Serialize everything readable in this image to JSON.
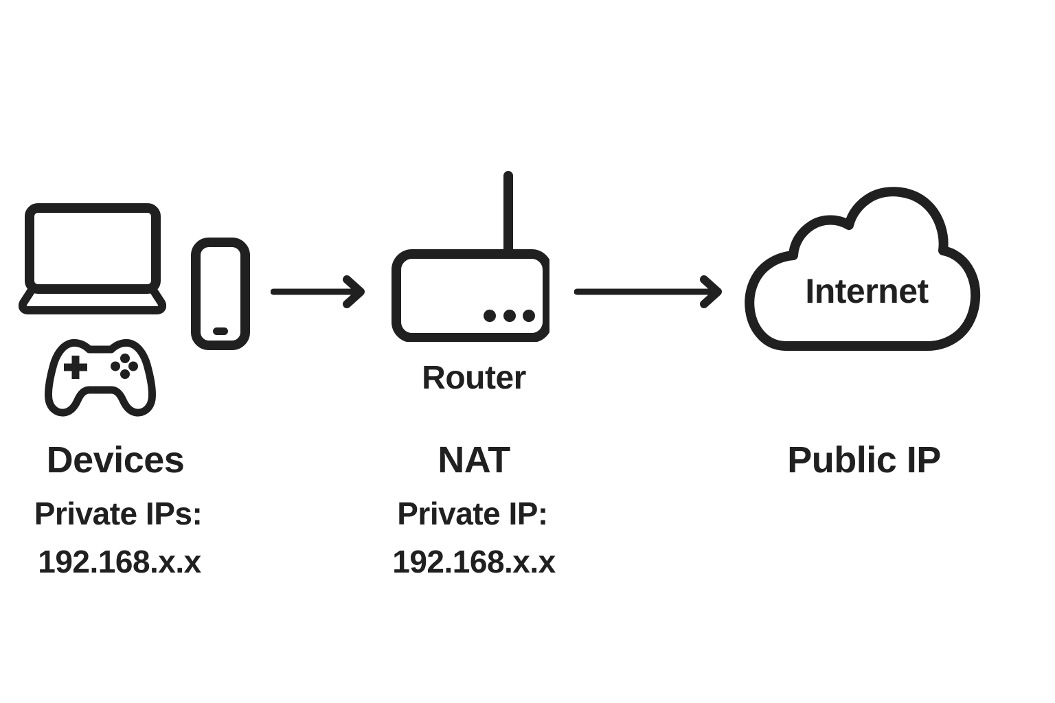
{
  "colors": {
    "ink": "#202020",
    "background": "#ffffff"
  },
  "nodes": {
    "devices": {
      "icons": [
        "laptop-icon",
        "smartphone-icon",
        "gamepad-icon"
      ],
      "label": "Devices",
      "sub1": "Private IPs:",
      "sub2": "192.168.x.x"
    },
    "router": {
      "icons": [
        "router-icon"
      ],
      "caption": "Router",
      "label": "NAT",
      "sub1": "Private IP:",
      "sub2": "192.168.x.x"
    },
    "internet": {
      "icons": [
        "cloud-icon"
      ],
      "cloud_text": "Internet",
      "label": "Public IP"
    }
  },
  "connectors": [
    {
      "from": "devices",
      "to": "router",
      "icon": "arrow-right-icon"
    },
    {
      "from": "router",
      "to": "internet",
      "icon": "arrow-right-icon"
    }
  ]
}
